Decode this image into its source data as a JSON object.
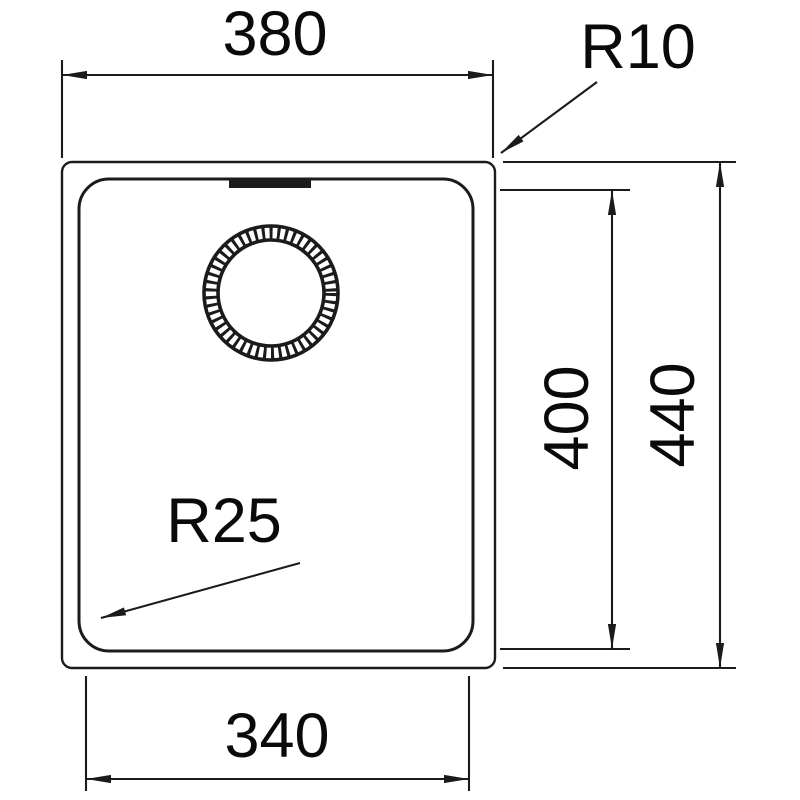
{
  "drawing": {
    "colors": {
      "line": "#1b1b1b",
      "text": "#0a0a0a",
      "background": "#ffffff"
    },
    "labels": {
      "outer_width": "380",
      "rim_corner_radius": "R10",
      "bowl_height": "400",
      "outer_height": "440",
      "bowl_corner_radius": "R25",
      "bowl_width": "340"
    }
  }
}
